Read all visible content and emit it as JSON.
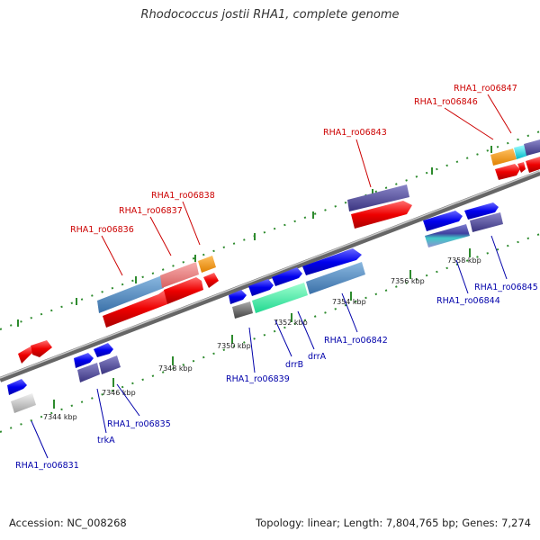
{
  "header": {
    "title": "Rhodococcus jostii RHA1, complete genome"
  },
  "footer": {
    "accession": "Accession: NC_008268",
    "summary": "Topology: linear; Length: 7,804,765 bp; Genes: 7,274"
  },
  "ticks": [
    "7344 kbp",
    "7346 kbp",
    "7348 kbp",
    "7350 kbp",
    "7352 kbp",
    "7354 kbp",
    "7356 kbp",
    "7358 kbp"
  ],
  "genes_top": [
    "RHA1_ro06836",
    "RHA1_ro06837",
    "RHA1_ro06838",
    "RHA1_ro06843",
    "RHA1_ro06846",
    "RHA1_ro06847"
  ],
  "genes_bottom": [
    "RHA1_ro06831",
    "trkA",
    "RHA1_ro06835",
    "RHA1_ro06839",
    "drrB",
    "drrA",
    "RHA1_ro06842",
    "RHA1_ro06844",
    "RHA1_ro06845"
  ],
  "colors": {
    "backbone": "#888888",
    "dots": "#2e8b2e",
    "forward_gene": "#0000ee",
    "reverse_gene": "#ee0000",
    "label_top": "#cc0000",
    "label_bottom": "#0000aa"
  }
}
